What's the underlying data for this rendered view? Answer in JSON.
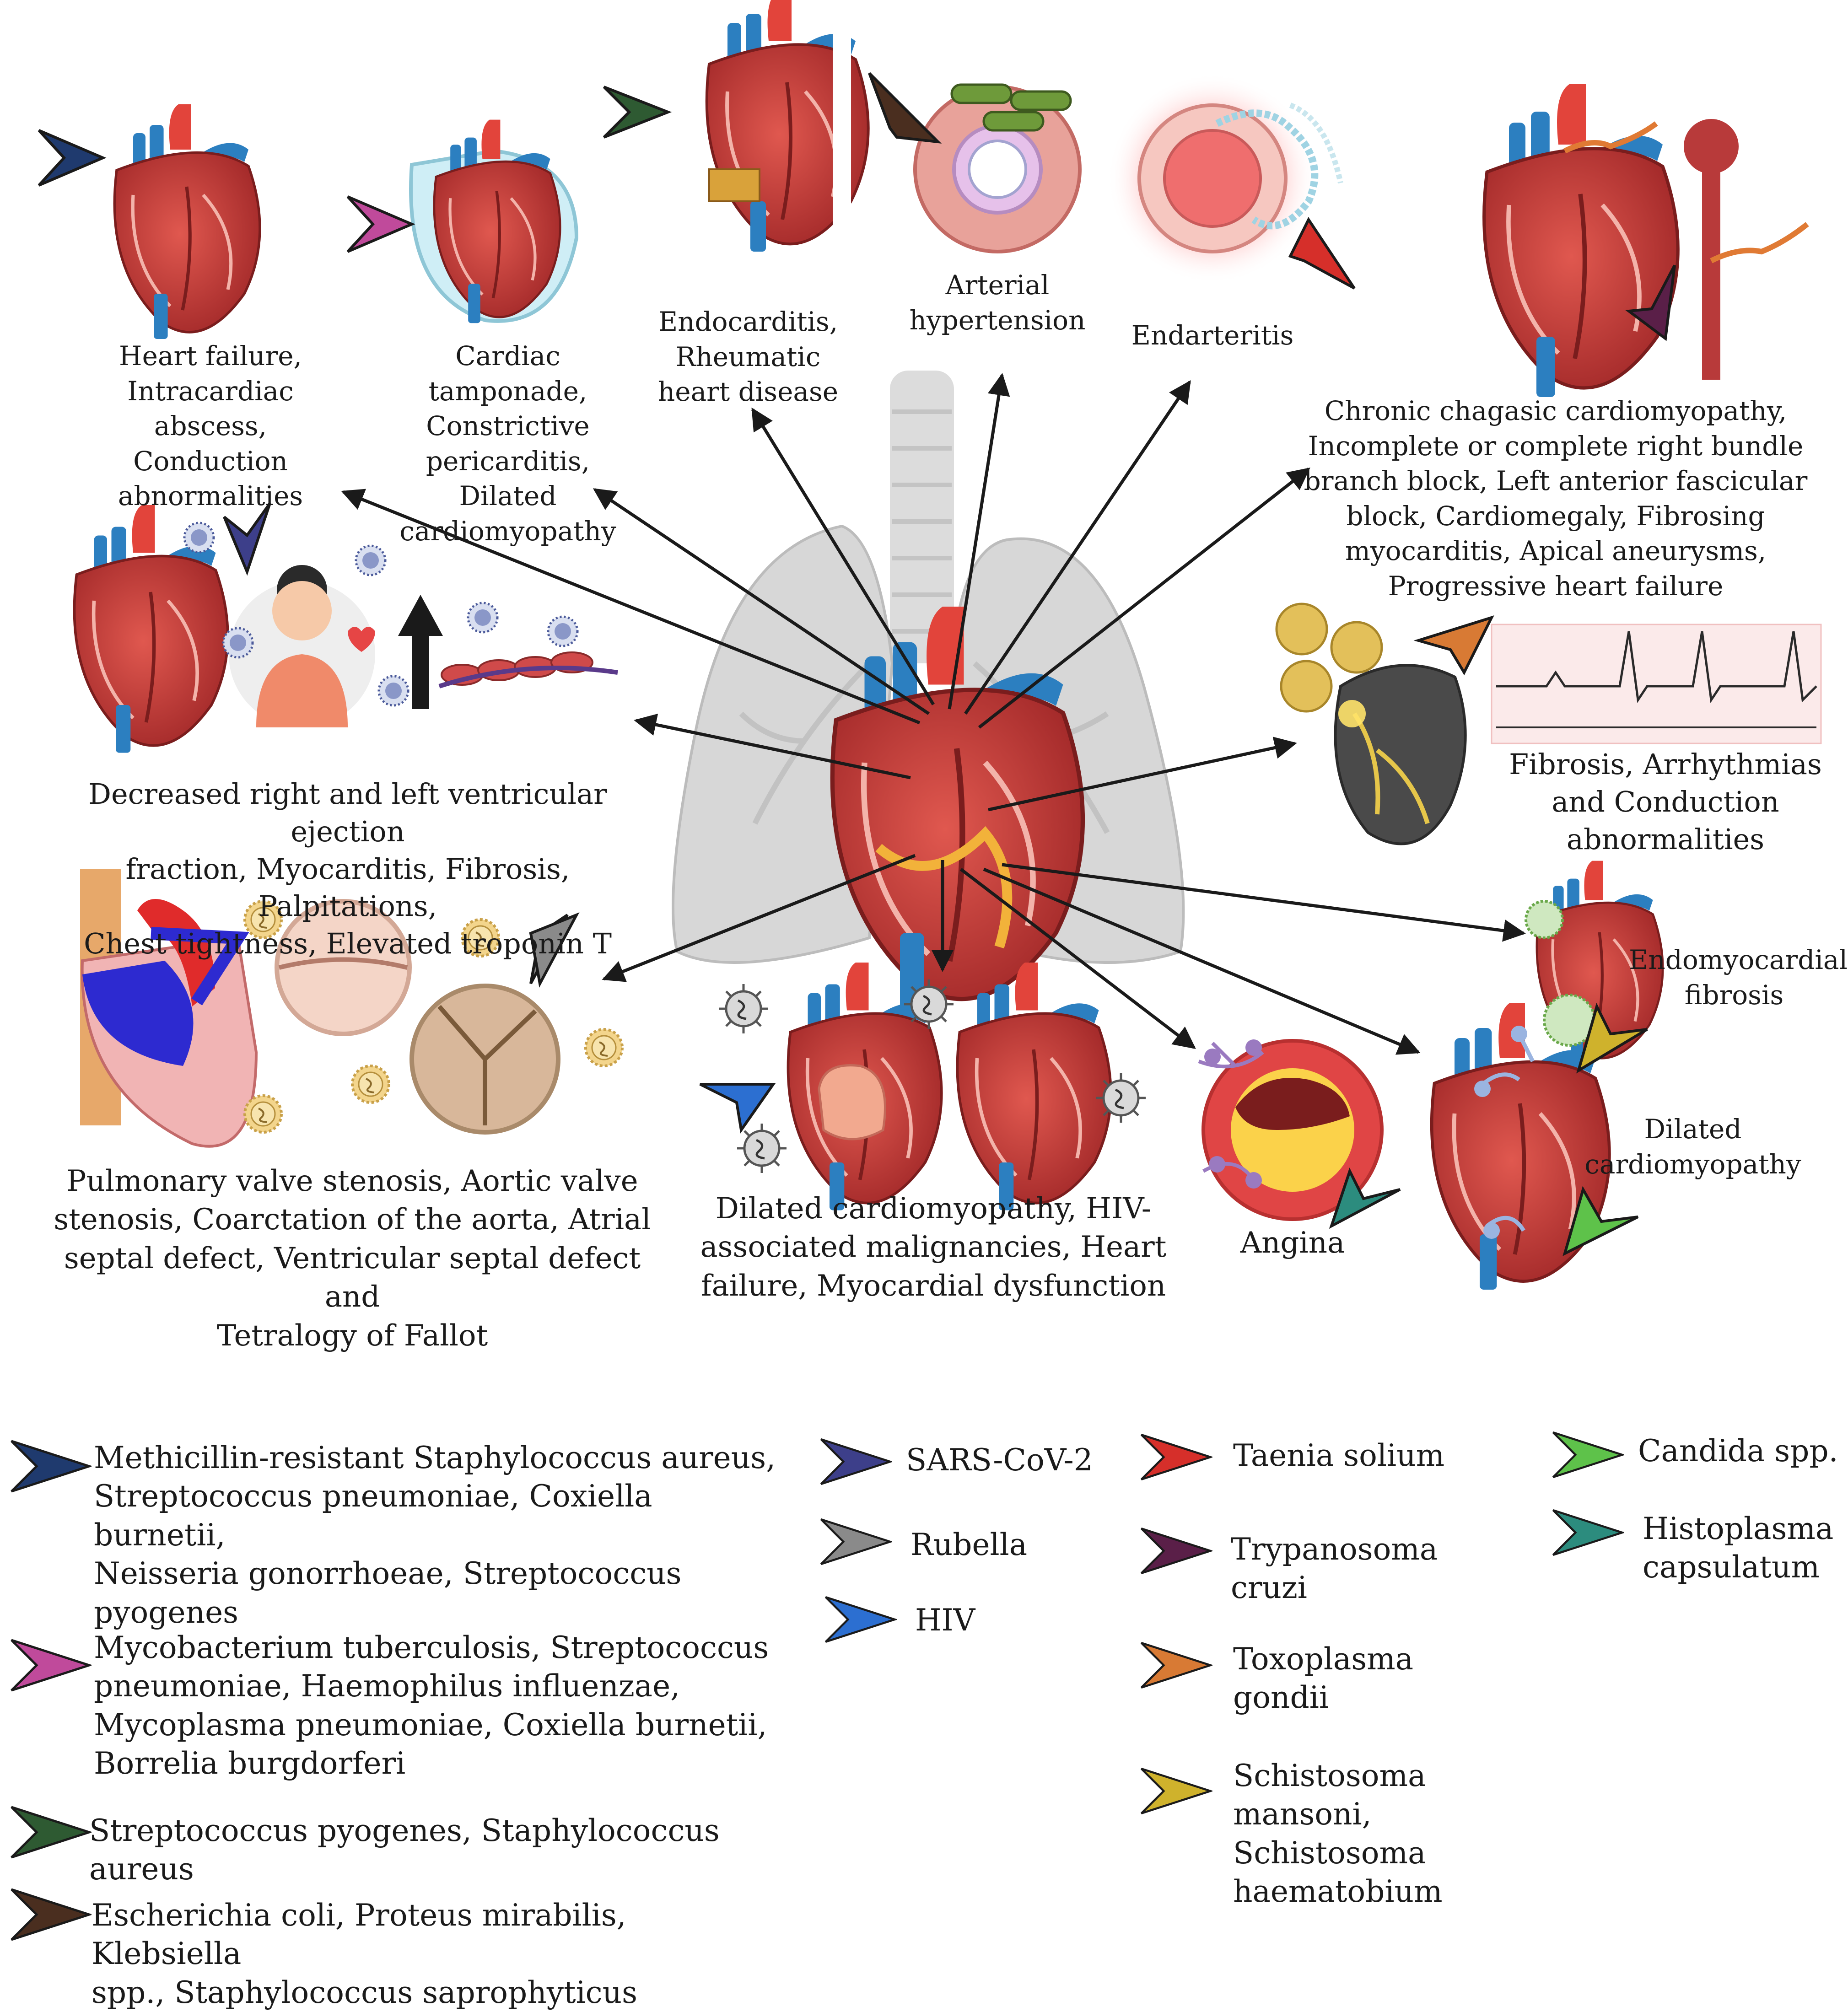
{
  "colors": {
    "navy": "#1f3a6e",
    "magenta": "#c04a9b",
    "dark_green": "#2e5a32",
    "dark_brown": "#4a2e1f",
    "indigo": "#3d3f8a",
    "gray": "#8a8a8a",
    "blue": "#2c6fd1",
    "red": "#d62f2a",
    "purple": "#5a1f48",
    "orange": "#d87a34",
    "yellow": "#cfb22c",
    "light_green": "#5ec24a",
    "teal": "#2c8c7e"
  },
  "labels": {
    "heart_failure": "Heart failure,\nIntracardiac abscess,\nConduction\nabnormalities",
    "tamponade": "Cardiac tamponade,\nConstrictive\npericarditis, Dilated\ncardiomyopathy",
    "endocarditis": "Endocarditis,\nRheumatic\nheart disease",
    "hypertension": "Arterial\nhypertension",
    "endarteritis": "Endarteritis",
    "chagasic": "Chronic chagasic cardiomyopathy,\nIncomplete or complete right bundle\nbranch block, Left anterior fascicular\nblock, Cardiomegaly, Fibrosing\nmyocarditis, Apical aneurysms,\nProgressive heart failure",
    "ejection": "Decreased right and left ventricular ejection\nfraction, Myocarditis, Fibrosis, Palpitations,\nChest tightness, Elevated troponin T",
    "arrhythmias": "Fibrosis, Arrhythmias\nand Conduction\nabnormalities",
    "endomyocardial": "Endomyocardial\nfibrosis",
    "valve": "Pulmonary valve stenosis, Aortic valve\nstenosis, Coarctation of the aorta, Atrial\nseptal defect, Ventricular septal defect and\nTetralogy of Fallot",
    "hiv": "Dilated cardiomyopathy, HIV-\nassociated malignancies, Heart\nfailure, Myocardial dysfunction",
    "angina": "Angina",
    "dilated": "Dilated\ncardiomyopathy"
  },
  "legend": [
    {
      "text": "Methicillin-resistant Staphylococcus aureus,\nStreptococcus pneumoniae, Coxiella burnetii,\nNeisseria gonorrhoeae, Streptococcus\npyogenes",
      "color": "#1f3a6e"
    },
    {
      "text": "Mycobacterium tuberculosis, Streptococcus\npneumoniae, Haemophilus influenzae,\nMycoplasma pneumoniae, Coxiella burnetii,\nBorrelia burgdorferi",
      "color": "#c04a9b"
    },
    {
      "text": "Streptococcus pyogenes, Staphylococcus aureus",
      "color": "#2e5a32"
    },
    {
      "text": "Escherichia coli, Proteus mirabilis, Klebsiella\nspp., Staphylococcus saprophyticus",
      "color": "#4a2e1f"
    },
    {
      "text": "SARS-CoV-2",
      "color": "#3d3f8a"
    },
    {
      "text": "Rubella",
      "color": "#8a8a8a"
    },
    {
      "text": "HIV",
      "color": "#2c6fd1"
    },
    {
      "text": "Taenia solium",
      "color": "#d62f2a"
    },
    {
      "text": "Trypanosoma\ncruzi",
      "color": "#5a1f48"
    },
    {
      "text": "Toxoplasma\ngondii",
      "color": "#d87a34"
    },
    {
      "text": "Schistosoma\nmansoni,\nSchistosoma\nhaematobium",
      "color": "#cfb22c"
    },
    {
      "text": "Candida spp.",
      "color": "#5ec24a"
    },
    {
      "text": "Histoplasma\ncapsulatum",
      "color": "#2c8c7e"
    }
  ]
}
